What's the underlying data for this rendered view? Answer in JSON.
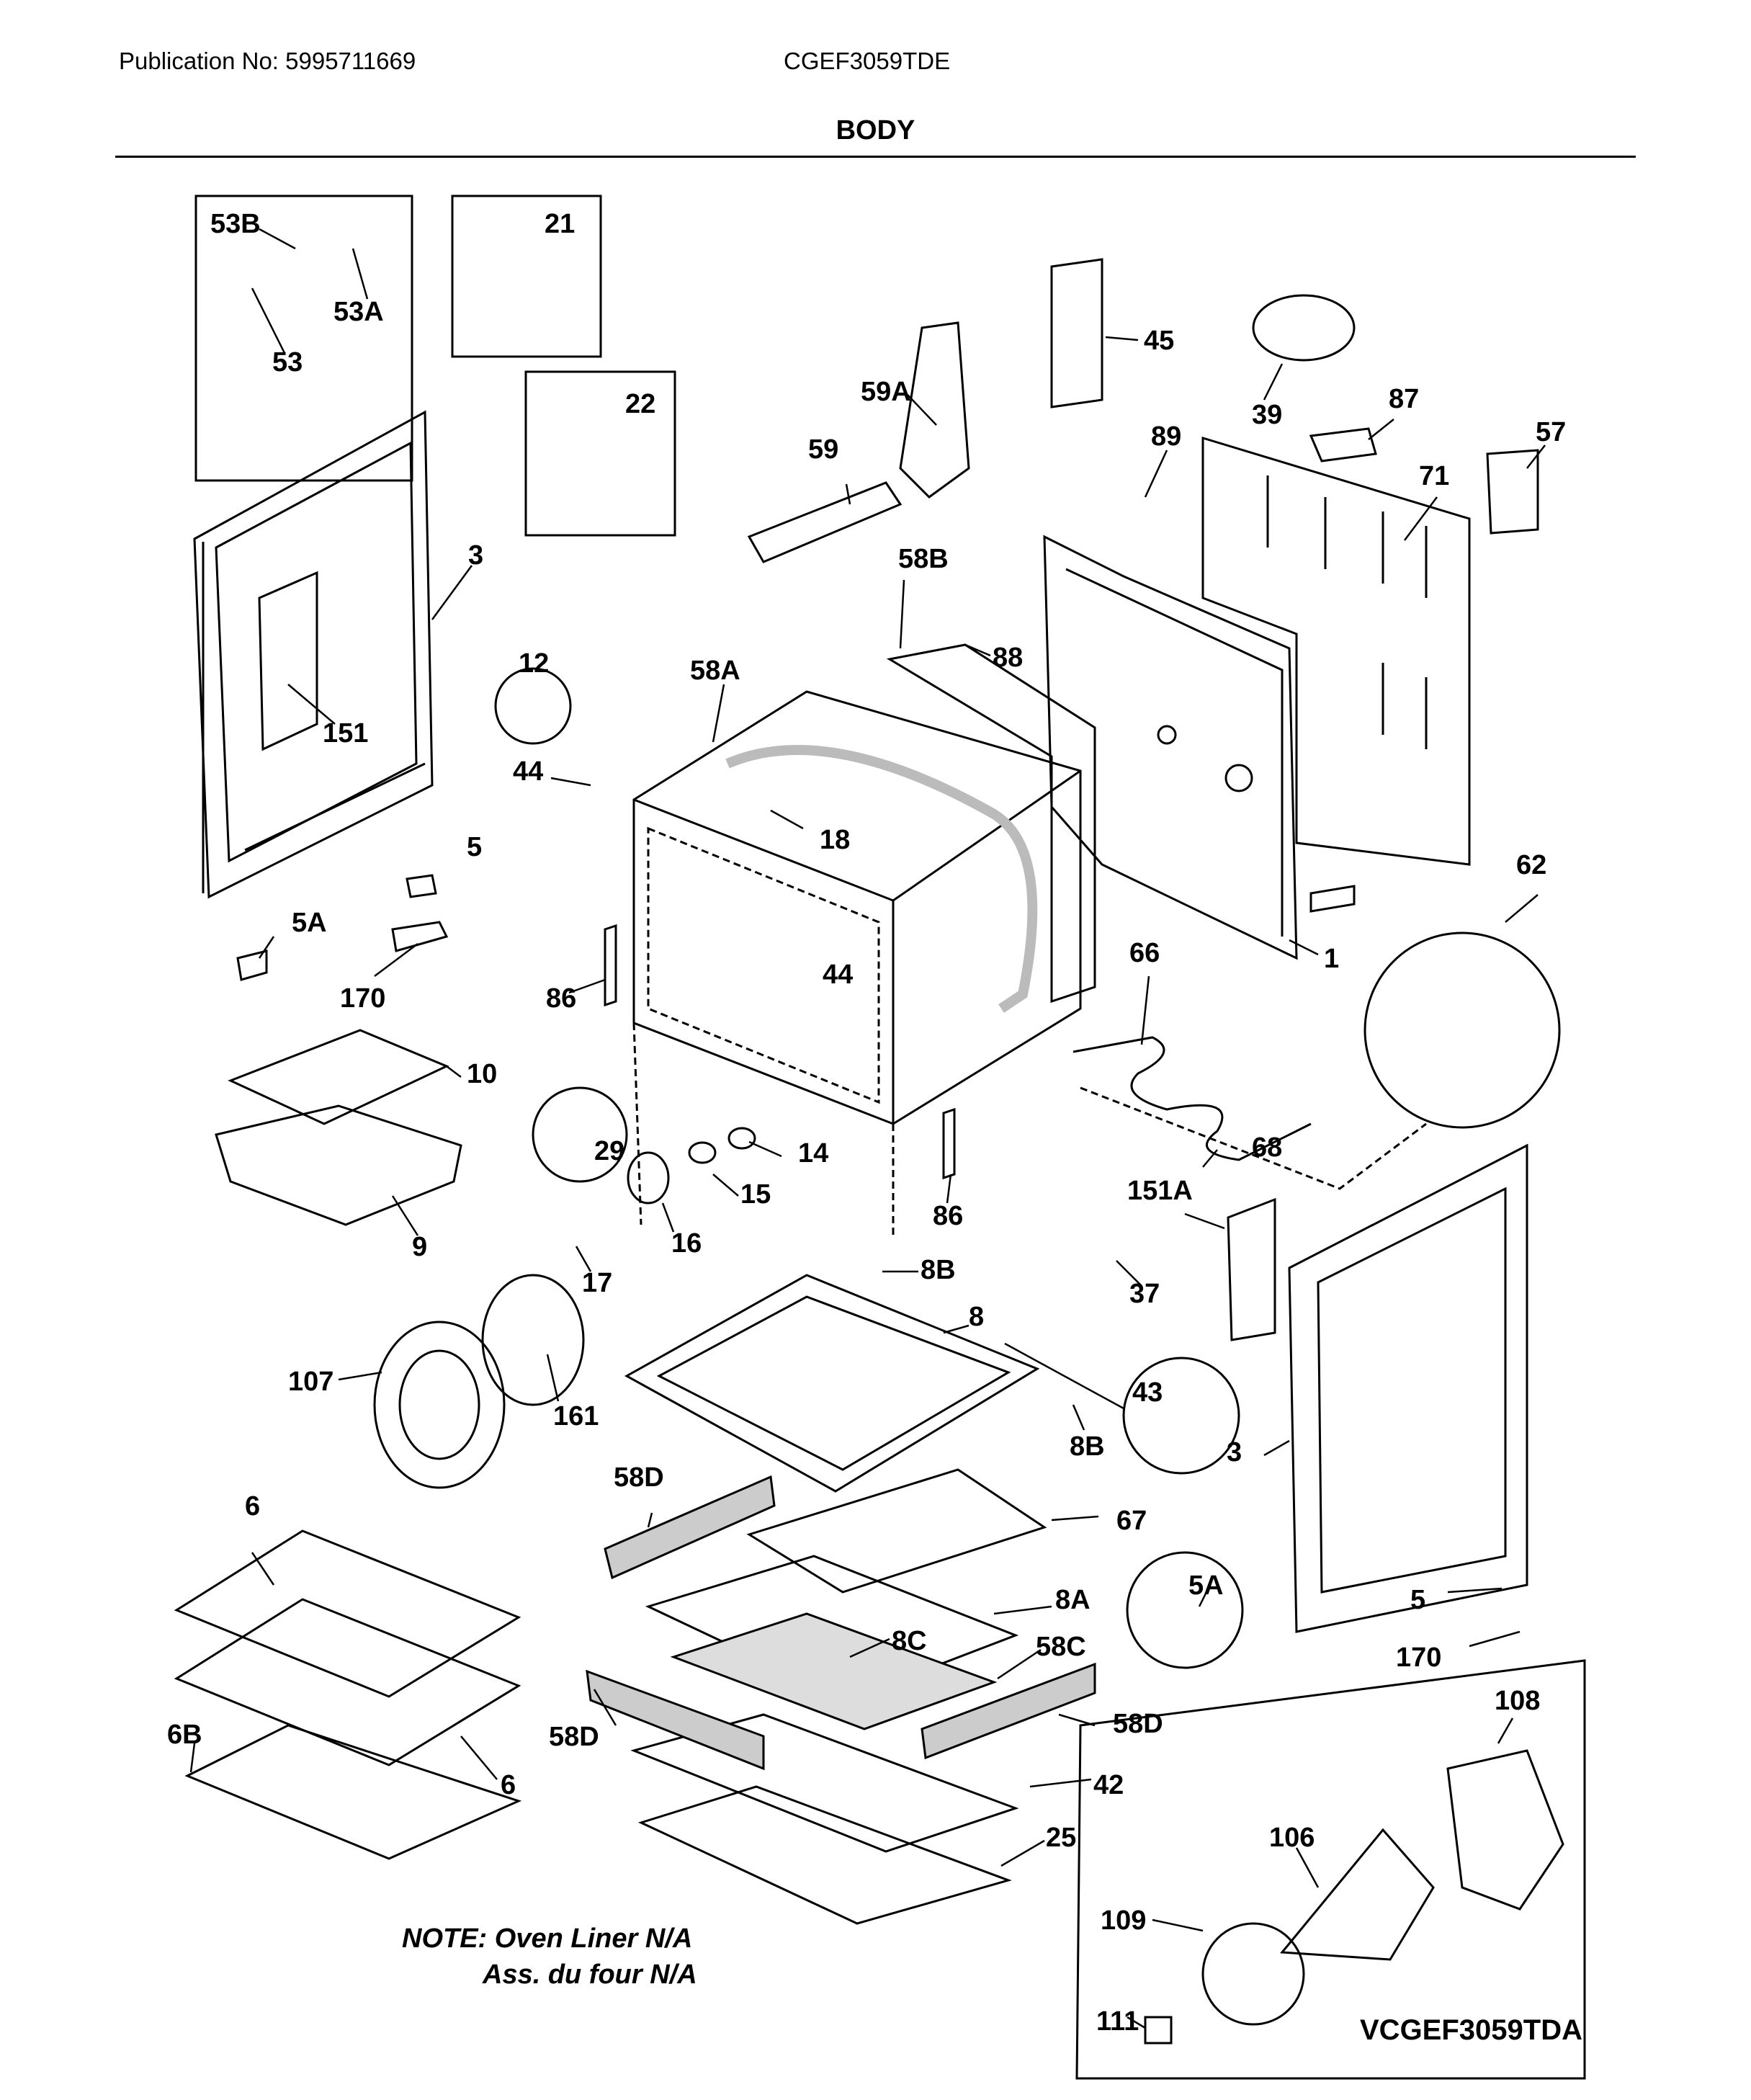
{
  "header": {
    "publication": "Publication No: 5995711669",
    "model": "CGEF3059TDE",
    "section_title": "BODY"
  },
  "note": {
    "line1": "NOTE: Oven Liner N/A",
    "line2": "Ass. du four N/A"
  },
  "figure_code": "VCGEF3059TDA",
  "callouts": {
    "c53B": "53B",
    "c53A": "53A",
    "c53": "53",
    "c21": "21",
    "c22": "22",
    "c45": "45",
    "c39": "39",
    "c59A": "59A",
    "c87": "87",
    "c57": "57",
    "c59": "59",
    "c89": "89",
    "c71": "71",
    "c3a": "3",
    "c58B": "58B",
    "c12": "12",
    "c58A": "58A",
    "c88": "88",
    "c151": "151",
    "c44a": "44",
    "c5a": "5",
    "c18": "18",
    "c62": "62",
    "c5Aa": "5A",
    "c66": "66",
    "c1": "1",
    "c170a": "170",
    "c86a": "86",
    "c44b": "44",
    "c10": "10",
    "c29": "29",
    "c14": "14",
    "c68": "68",
    "c15": "15",
    "c9": "9",
    "c16": "16",
    "c86b": "86",
    "c151A": "151A",
    "c17": "17",
    "c8B1": "8B",
    "c37": "37",
    "c8": "8",
    "c107": "107",
    "c43": "43",
    "c161": "161",
    "c8B2": "8B",
    "c3b": "3",
    "c58D1": "58D",
    "c6a": "6",
    "c67": "67",
    "c5Ab": "5A",
    "c5b": "5",
    "c8A": "8A",
    "c8C": "8C",
    "c58C": "58C",
    "c170b": "170",
    "c6B": "6B",
    "c58D2": "58D",
    "c58D3": "58D",
    "c108": "108",
    "c6b": "6",
    "c42": "42",
    "c106": "106",
    "c25": "25",
    "c109": "109",
    "c111": "111"
  }
}
